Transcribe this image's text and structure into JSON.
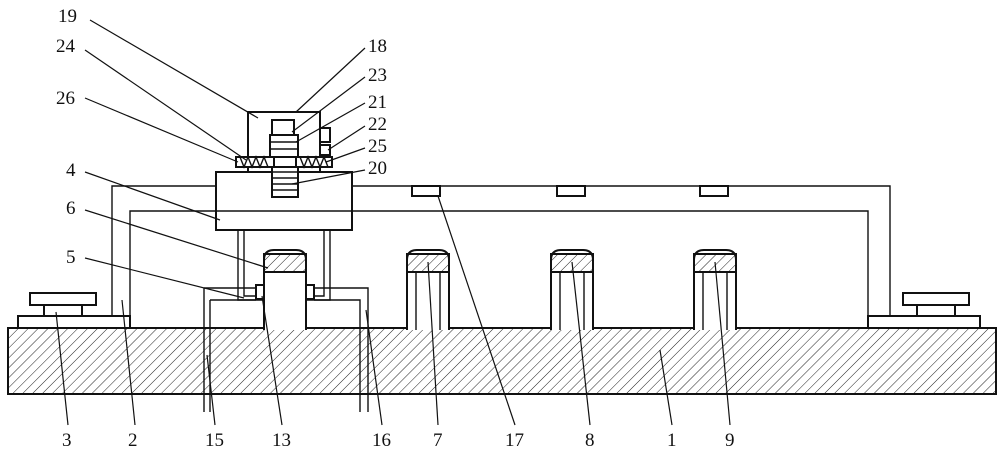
{
  "labels": {
    "l19": "19",
    "l24": "24",
    "l26": "26",
    "l4": "4",
    "l6": "6",
    "l5": "5",
    "l18": "18",
    "l23": "23",
    "l21": "21",
    "l22": "22",
    "l25": "25",
    "l20": "20",
    "b3": "3",
    "b2": "2",
    "b15": "15",
    "b13": "13",
    "b16": "16",
    "b7": "7",
    "b17": "17",
    "b8": "8",
    "b1": "1",
    "b9": "9"
  }
}
